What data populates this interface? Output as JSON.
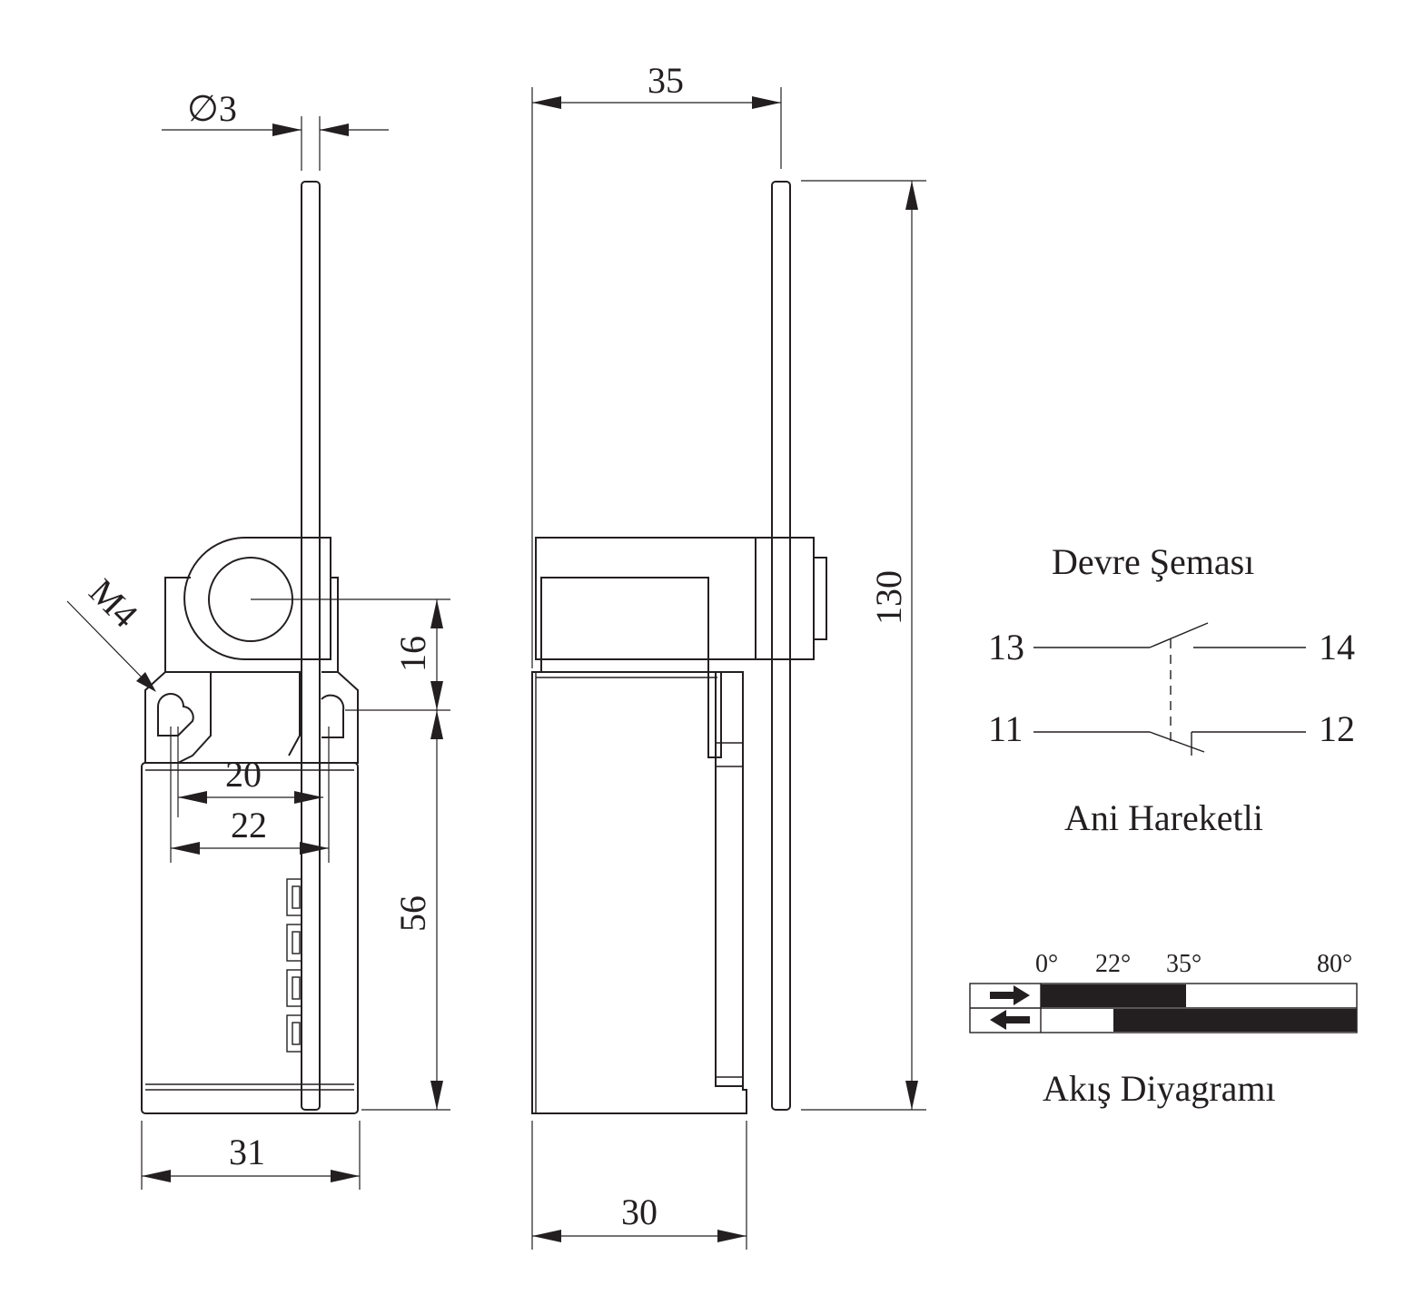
{
  "dimensions": {
    "diameter": "∅3",
    "thread": "M4",
    "d20": "20",
    "d22": "22",
    "d16": "16",
    "d56": "56",
    "d31": "31",
    "d35": "35",
    "d30": "30",
    "d130": "130"
  },
  "circuit": {
    "title": "Devre Şeması",
    "subtitle": "Ani Hareketli",
    "terminals": {
      "t13": "13",
      "t14": "14",
      "t11": "11",
      "t12": "12"
    }
  },
  "flow": {
    "title": "Akış Diyagramı",
    "angle_labels": [
      "0°",
      "22°",
      "35°",
      "80°"
    ],
    "rows": [
      {
        "direction": "forward",
        "icon": "arrow-right-icon",
        "closed_from_deg": 0,
        "closed_to_deg": 35
      },
      {
        "direction": "return",
        "icon": "arrow-left-icon",
        "closed_from_deg": 22,
        "closed_to_deg": 80
      }
    ]
  },
  "colors": {
    "ink": "#231f20",
    "paper": "#ffffff"
  }
}
